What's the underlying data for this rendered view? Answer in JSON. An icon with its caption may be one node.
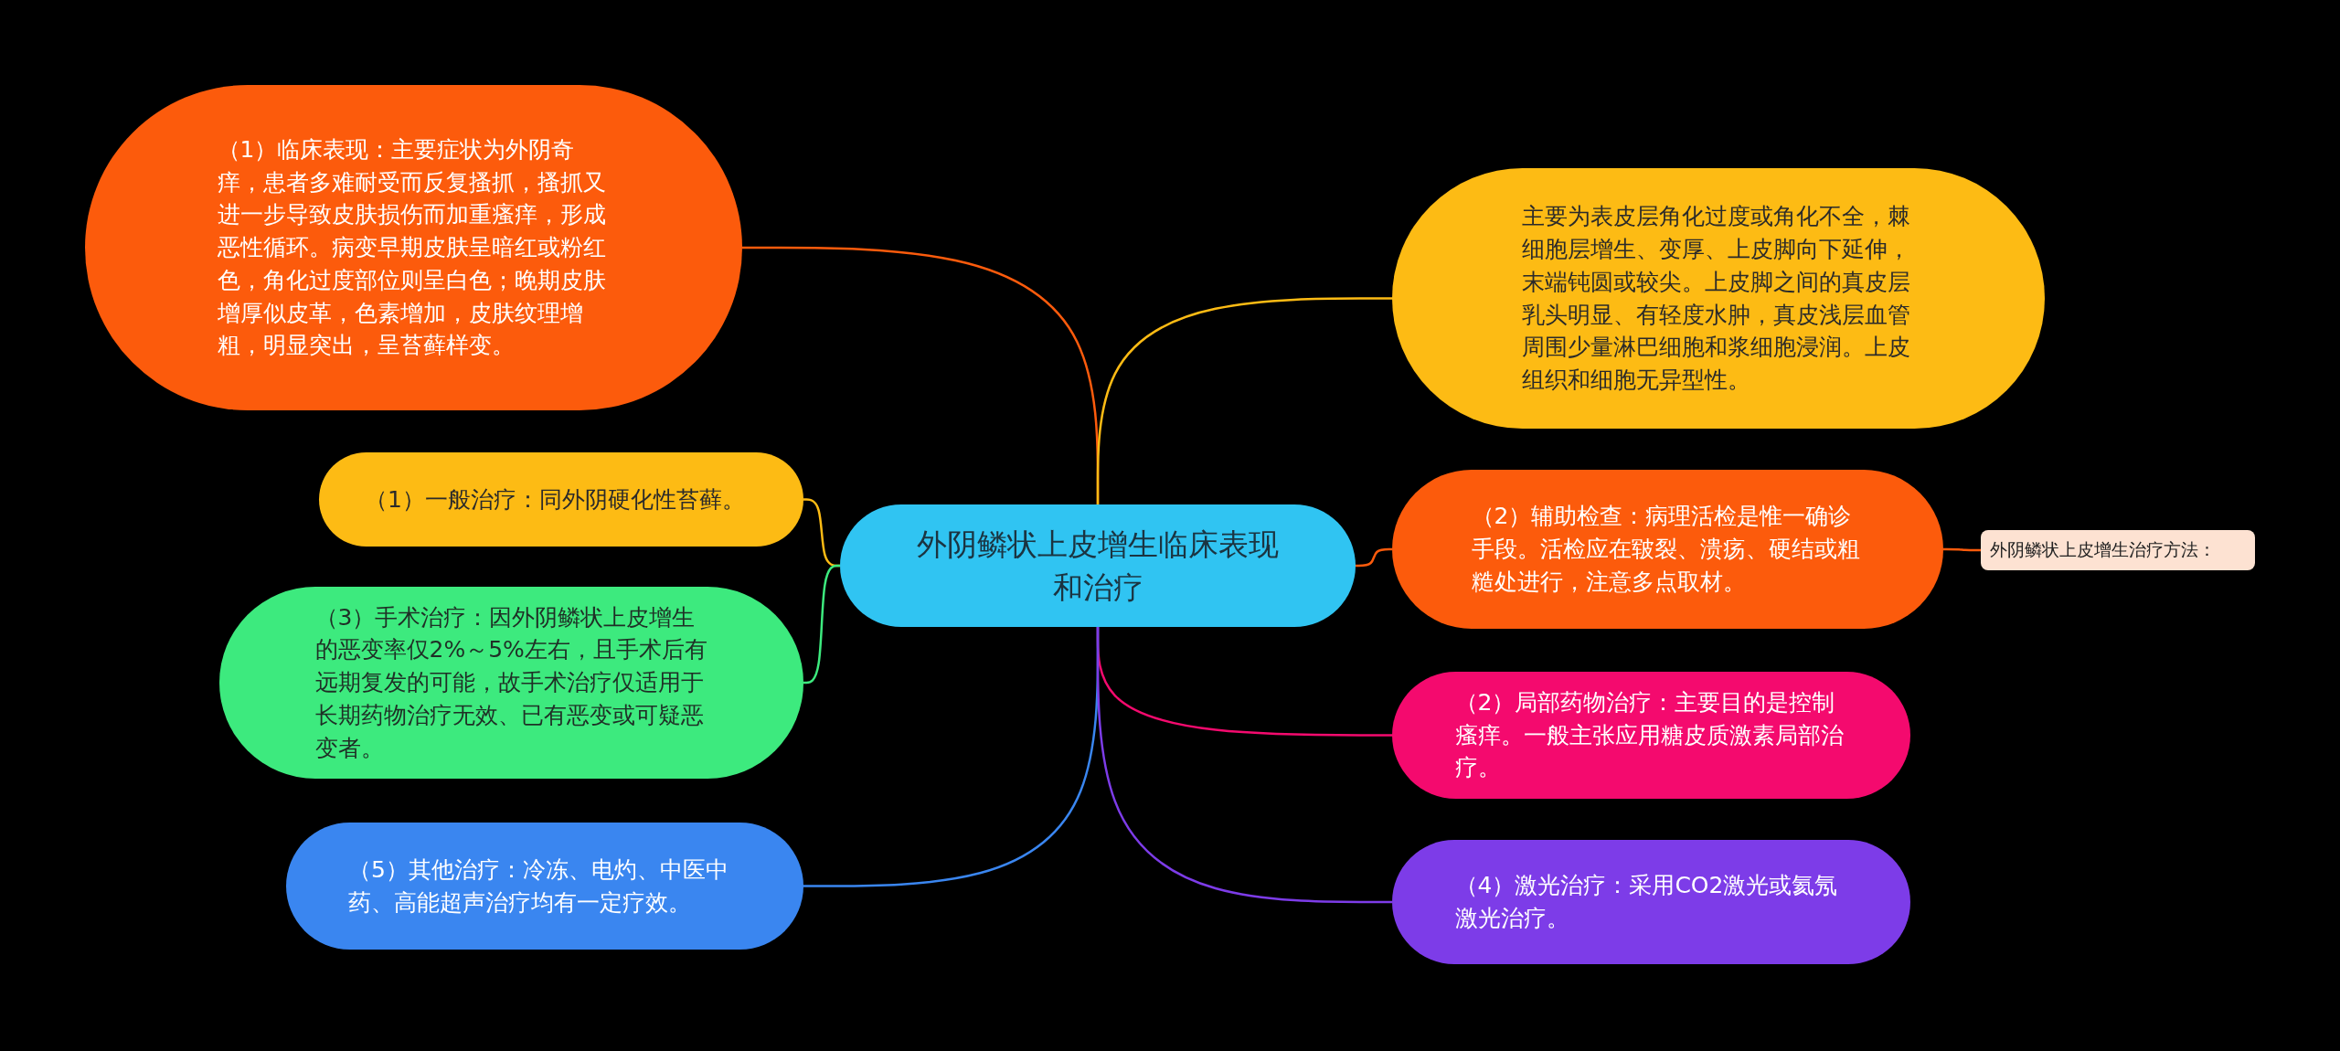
{
  "diagram": {
    "nodes": [
      {
        "text": [
          "外阴鳞状上皮增生临床表现和治疗"
        ]
      },
      {
        "text": [
          "（1）临床表现：主要症状为外阴奇痒，患者多难耐受而反复搔抓，搔抓又进一步导致皮肤损伤而加重瘙痒，形成恶性循环。病变早期皮肤呈暗红或粉红色，角化过度部位则呈白色；晚期皮肤增厚似皮革，色素增加，皮肤纹理增粗，明显突出，呈苔藓样变。"
        ]
      },
      {
        "text": [
          "主要为表皮层角化过度或角化不全，棘细胞层增生、变厚、上皮脚向下延伸，末端钝圆或较尖。上皮脚之间的真皮层乳头明显、有轻度水肿，真皮浅层血管周围少量淋巴细胞和浆细胞浸润。上皮组织和细胞无异型性。"
        ]
      },
      {
        "text": [
          "（1）一般治疗：同外阴硬化性苔藓。"
        ]
      },
      {
        "text": [
          "（2）辅助检查：病理活检是惟一确诊手段。活检应在皲裂、溃疡、硬结或粗糙处进行，注意多点取材。"
        ]
      },
      {
        "text": [
          "外阴鳞状上皮增生治疗方法："
        ]
      },
      {
        "text": [
          "（3）手术治疗：因外阴鳞状上皮增生的恶变率仅2%～5%左右，且手术后有远期复发的可能，故手术治疗仅适用于长期药物治疗无效、已有恶变或可疑恶变者。"
        ]
      },
      {
        "text": [
          "（2）局部药物治疗：主要目的是控制瘙痒。一般主张应用糖皮质激素局部治疗。"
        ]
      },
      {
        "text": [
          "（5）其他治疗：冷冻、电灼、中医中药、高能超声治疗均有一定疗效。"
        ]
      },
      {
        "text": [
          "（4）激光治疗：采用CO2激光或氦氖激光治疗。"
        ]
      }
    ],
    "edges": [
      {
        "from": 0,
        "to": 1,
        "arrow": "none",
        "color": "#fc5b0c"
      },
      {
        "from": 0,
        "to": 2,
        "arrow": "none",
        "color": "#fdbb14"
      },
      {
        "from": 0,
        "to": 3,
        "arrow": "none",
        "color": "#fdbb14"
      },
      {
        "from": 0,
        "to": 4,
        "arrow": "none",
        "color": "#fc5b0c"
      },
      {
        "from": 4,
        "to": 5,
        "arrow": "none",
        "color": "#fc5b0c"
      },
      {
        "from": 0,
        "to": 6,
        "arrow": "none",
        "color": "#3dea7e"
      },
      {
        "from": 0,
        "to": 7,
        "arrow": "none",
        "color": "#f40a6e"
      },
      {
        "from": 0,
        "to": 8,
        "arrow": "none",
        "color": "#3a86f0"
      },
      {
        "from": 0,
        "to": 9,
        "arrow": "none",
        "color": "#7d3ce8"
      }
    ]
  }
}
